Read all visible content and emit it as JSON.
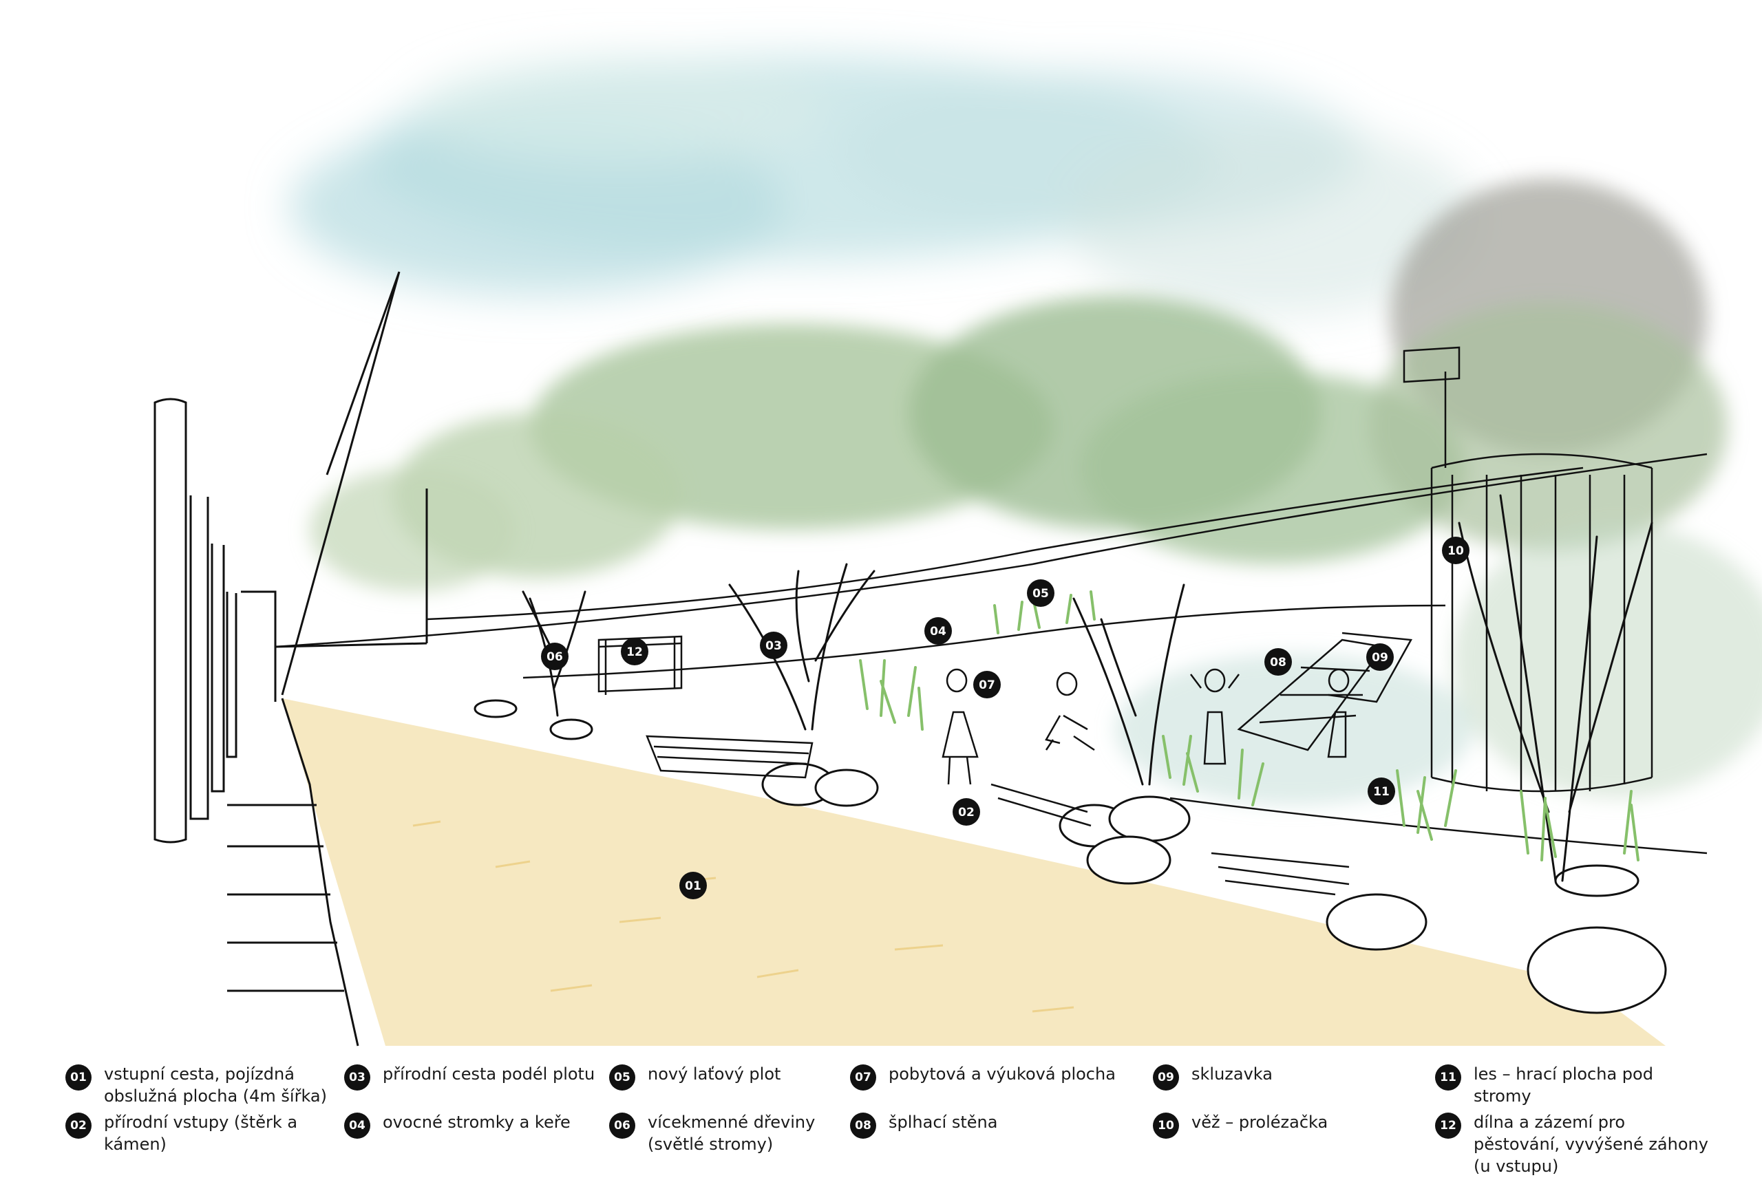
{
  "markers": {
    "m01": "01",
    "m02": "02",
    "m03": "03",
    "m04": "04",
    "m05": "05",
    "m06": "06",
    "m07": "07",
    "m08": "08",
    "m09": "09",
    "m10": "10",
    "m11": "11",
    "m12": "12"
  },
  "legend": [
    {
      "num": "01",
      "text": "vstupní cesta, pojízdná obslužná plocha (4m šířka)"
    },
    {
      "num": "02",
      "text": "přírodní vstupy (štěrk a kámen)"
    },
    {
      "num": "03",
      "text": "přírodní cesta podél plotu"
    },
    {
      "num": "04",
      "text": "ovocné stromky a keře"
    },
    {
      "num": "05",
      "text": "nový laťový plot"
    },
    {
      "num": "06",
      "text": "vícekmenné dřeviny (světlé stromy)"
    },
    {
      "num": "07",
      "text": "pobytová a výuková plocha"
    },
    {
      "num": "08",
      "text": "šplhací stěna"
    },
    {
      "num": "09",
      "text": "skluzavka"
    },
    {
      "num": "10",
      "text": "věž – prolézačka"
    },
    {
      "num": "11",
      "text": "les – hrací plocha pod stromy"
    },
    {
      "num": "12",
      "text": "dílna a zázemí pro pěstování, vyvýšené záhony (u vstupu)"
    }
  ],
  "colors": {
    "sky": "#b9dde0",
    "foliage": "#9fbf95",
    "grey_foliage": "#a8a8a0",
    "path": "#f3dfa6",
    "grass": "#8cc46a",
    "ink": "#111111"
  }
}
